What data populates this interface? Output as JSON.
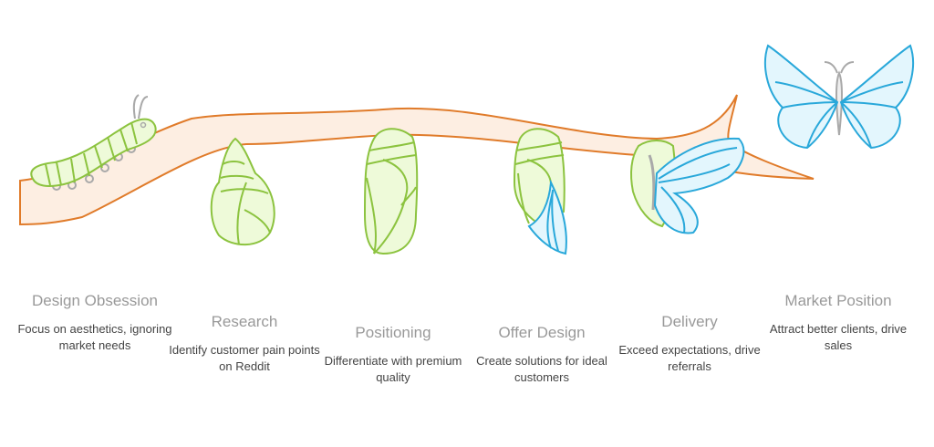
{
  "colors": {
    "branch_fill": "#fdeee2",
    "branch_stroke": "#e07b2a",
    "green_fill": "#eefad9",
    "green_stroke": "#8cc33f",
    "blue_fill": "#e3f6fd",
    "blue_stroke": "#29a8da",
    "antenna": "#a9a9a9",
    "title_text": "#999999",
    "desc_text": "#444444"
  },
  "stages": [
    {
      "title": "Design Obsession",
      "description": "Focus on aesthetics, ignoring market needs",
      "icon": "caterpillar-icon"
    },
    {
      "title": "Research",
      "description": "Identify customer pain points on Reddit",
      "icon": "early-chrysalis-icon"
    },
    {
      "title": "Positioning",
      "description": "Differentiate with premium quality",
      "icon": "chrysalis-icon"
    },
    {
      "title": "Offer Design",
      "description": "Create solutions for ideal customers",
      "icon": "chrysalis-wing-icon"
    },
    {
      "title": "Delivery",
      "description": "Exceed expectations, drive referrals",
      "icon": "emerging-butterfly-icon"
    },
    {
      "title": "Market Position",
      "description": "Attract better clients, drive sales",
      "icon": "butterfly-icon"
    }
  ]
}
